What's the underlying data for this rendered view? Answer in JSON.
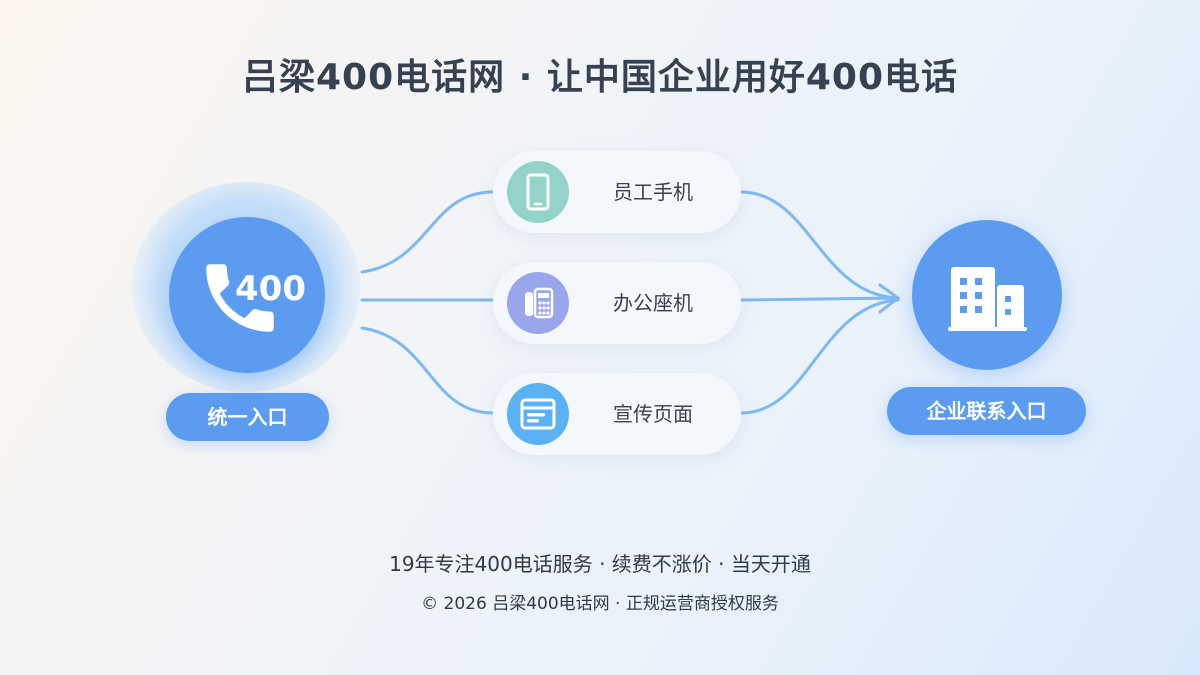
{
  "title": "吕梁400电话网 · 让中国企业用好400电话",
  "source": {
    "number": "400",
    "label": "统一入口",
    "icon": "phone-icon"
  },
  "channels": [
    {
      "label": "员工手机",
      "icon": "mobile-phone-icon",
      "color": "#94d3c9"
    },
    {
      "label": "办公座机",
      "icon": "desk-phone-icon",
      "color": "#9aa6ec"
    },
    {
      "label": "宣传页面",
      "icon": "web-page-icon",
      "color": "#5ab1f3"
    }
  ],
  "target": {
    "label": "企业联系入口",
    "icon": "building-icon"
  },
  "footer": {
    "tagline": "19年专注400电话服务 · 续费不涨价 · 当天开通",
    "copyright": "© 2026 吕梁400电话网 · 正规运营商授权服务"
  },
  "colors": {
    "primary": "#5b9cf0",
    "connector": "#7eb7f2"
  }
}
